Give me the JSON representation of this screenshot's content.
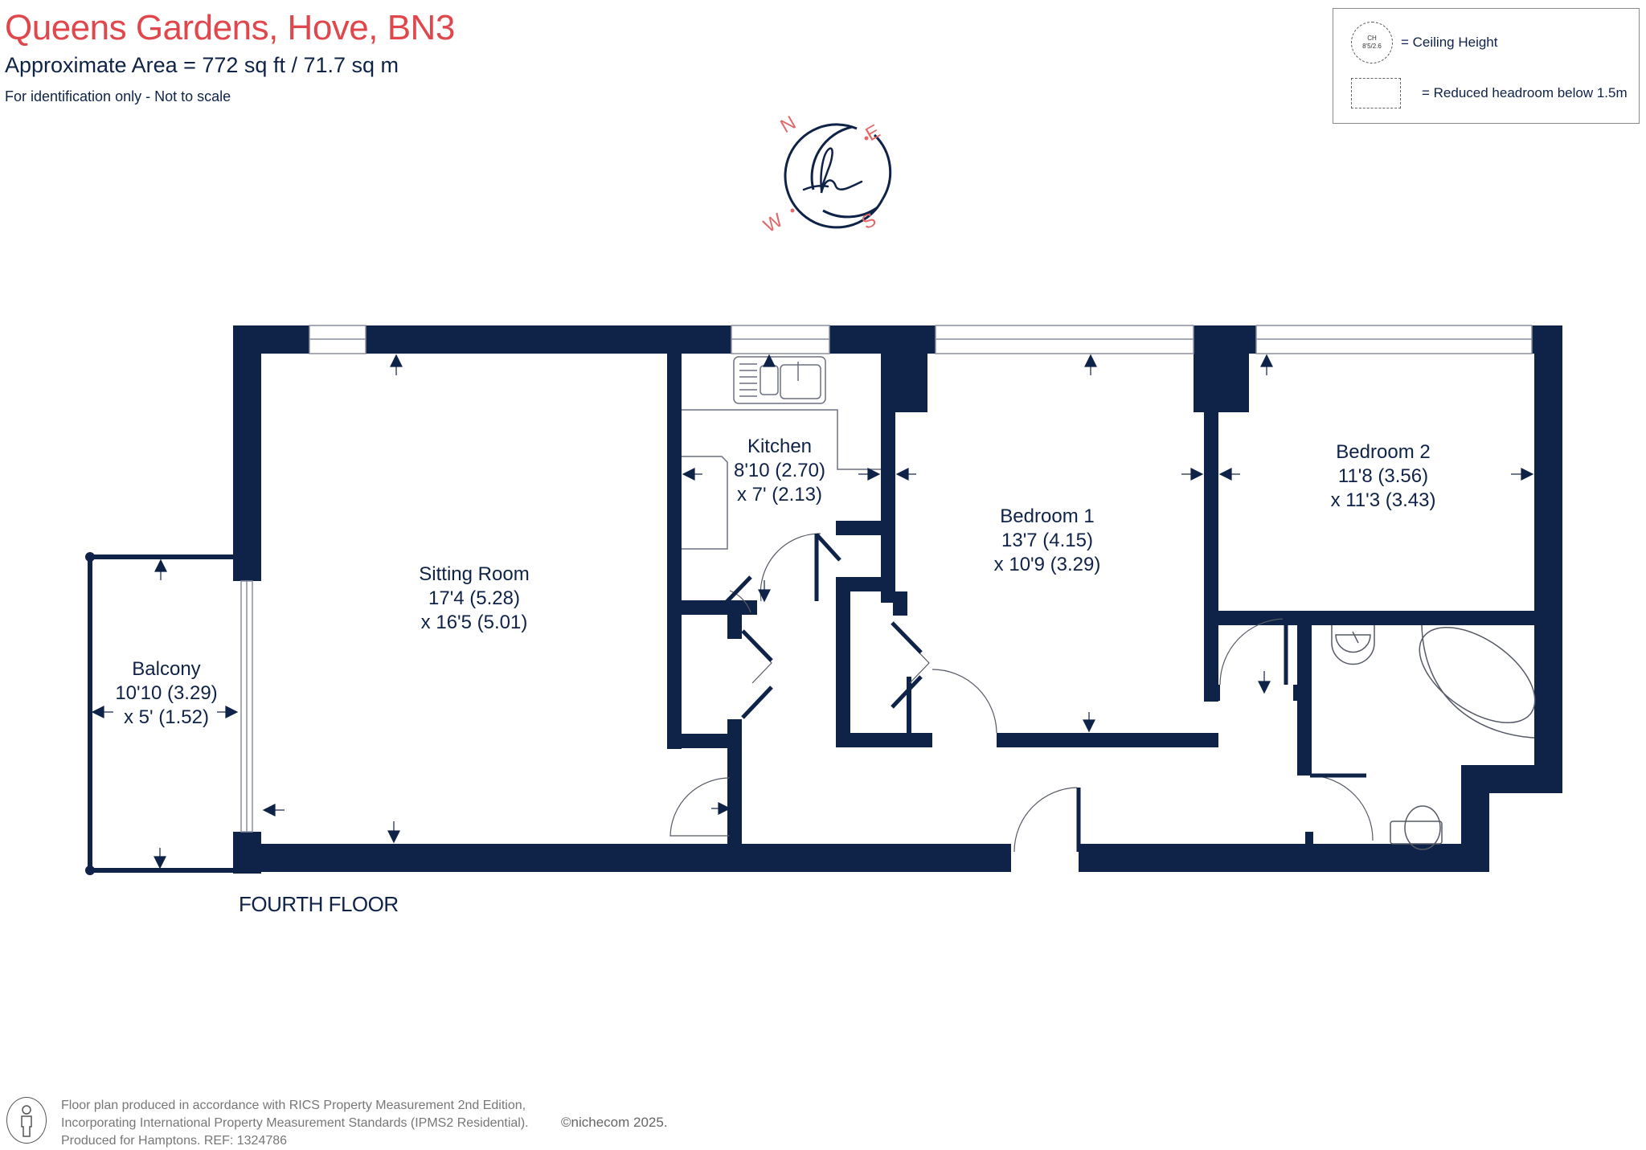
{
  "header": {
    "title": "Queens Gardens, Hove, BN3",
    "area": "Approximate Area = 772 sq ft / 71.7 sq m",
    "note": "For identification only - Not to scale"
  },
  "legend": {
    "ceiling_symbol_top": "CH",
    "ceiling_symbol_bottom": "8'5/2.6",
    "ceiling_label": "= Ceiling Height",
    "headroom_label": "= Reduced headroom below 1.5m"
  },
  "compass": {
    "north": "N",
    "east": "E",
    "south": "S",
    "west": "W",
    "logo": "h"
  },
  "rooms": {
    "sitting_room": {
      "name": "Sitting Room",
      "dim1": "17'4 (5.28)",
      "dim2": "x 16'5 (5.01)"
    },
    "kitchen": {
      "name": "Kitchen",
      "dim1": "8'10 (2.70)",
      "dim2": "x 7' (2.13)"
    },
    "bedroom1": {
      "name": "Bedroom 1",
      "dim1": "13'7 (4.15)",
      "dim2": "x 10'9 (3.29)"
    },
    "bedroom2": {
      "name": "Bedroom 2",
      "dim1": "11'8 (3.56)",
      "dim2": "x 11'3 (3.43)"
    },
    "balcony": {
      "name": "Balcony",
      "dim1": "10'10 (3.29)",
      "dim2": "x 5' (1.52)"
    }
  },
  "floor_label": "FOURTH FLOOR",
  "footer": {
    "line1": "Floor plan produced in accordance with RICS Property Measurement 2nd Edition,",
    "line2": "Incorporating International Property Measurement Standards (IPMS2 Residential).",
    "line3": "Produced for Hamptons.   REF:  1324786",
    "copyright": "©nichecom 2025."
  },
  "colors": {
    "wall": "#0f2247",
    "title": "#e0474c",
    "compass_letters": "#e06a6a"
  }
}
